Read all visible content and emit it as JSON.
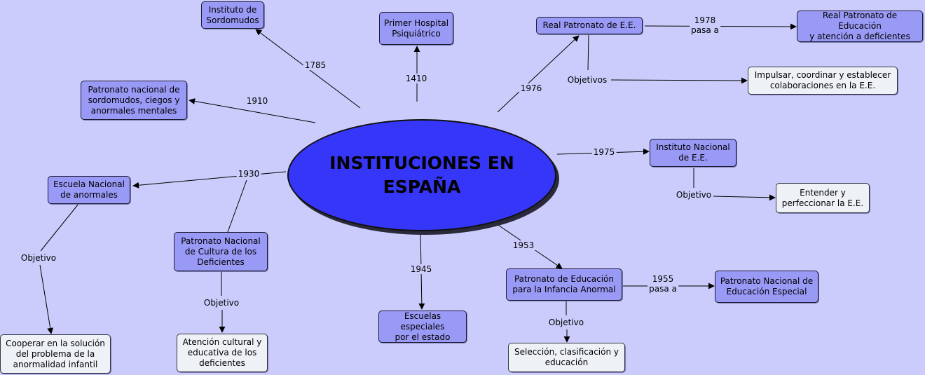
{
  "center": {
    "title": "INSTITUCIONES EN\nESPAÑA"
  },
  "nodes": {
    "sordomudos": "Instituto de\nSordomudos",
    "hospital": "Primer Hospital\nPsiquiátrico",
    "real_patronato": "Real Patronato de E.E.",
    "real_patronato_educacion": "Real Patronato de Educación\ny atención a deficientes",
    "impulsar": "Impulsar, coordinar y establecer\ncolaboraciones en la E.E.",
    "patronato_sordomudos": "Patronato nacional de\nsordomudos, ciegos y\nanormales mentales",
    "instituto_ee": "Instituto Nacional\nde E.E.",
    "entender": "Entender y\nperfeccionar la E.E.",
    "escuela_anormales": "Escuela Nacional\nde anormales",
    "patronato_cultura": "Patronato Nacional\nde Cultura de los\nDeficientes",
    "cooperar": "Cooperar en la solución\ndel problema de la\nanormalidad infantil",
    "atencion_cultural": "Atención cultural y\neducativa de los\ndeficientes",
    "escuelas_estado": "Escuelas especiales\npor el estado",
    "patronato_infancia": "Patronato de  Educación\npara la Infancia Anormal",
    "patronato_ee": "Patronato Nacional de\nEducación Especial",
    "seleccion": "Selección, clasificación y\neducación"
  },
  "labels": {
    "y1785": "1785",
    "y1410": "1410",
    "y1976": "1976",
    "y1978": "1978\npasa a",
    "objetivos": "Objetivos",
    "y1910": "1910",
    "y1975": "1975",
    "objetivo_ee": "Objetivo",
    "y1930": "1930",
    "objetivo_escuela": "Objetivo",
    "objetivo_cultura": "Objetivo",
    "y1945": "1945",
    "y1953": "1953",
    "y1955": "1955\npasa a",
    "objetivo_infancia": "Objetivo"
  },
  "colors": {
    "background": "#ccccfc",
    "node_fill": "#9999f6",
    "leaf_fill": "#eef2f6",
    "center_fill": "#3636f8",
    "line": "#000000"
  }
}
